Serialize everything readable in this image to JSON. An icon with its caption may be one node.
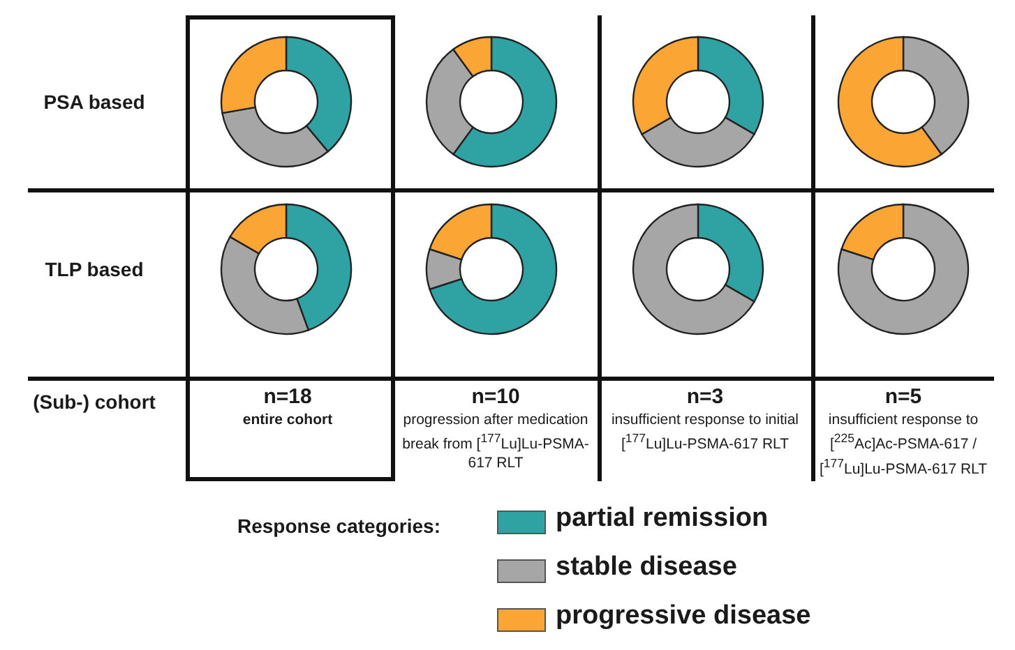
{
  "diagram": {
    "labels": [
      "PSA based",
      "TLP based",
      "(Sub-) cohort",
      "n=18",
      "entire cohort",
      "n=10",
      "progression after medication break from [$^{177}$Lu]Lu-PSMA-617 RLT",
      "n=3",
      "insufficient response to initial [$^{177}$Lu]Lu-PSMA-617 RLT",
      "n=5",
      "insufficient response to [$^{225}$Ac]Ac-PSMA-617 / [$^{177}$Lu]Lu-PSMA-617 RLT",
      "Response categories:"
    ],
    "legend": [
      {
        "text": "partial remission",
        "color": "#2fa3a3"
      },
      {
        "text": "stable disease",
        "color": "#a6a6a6"
      },
      {
        "text": "progressive disease",
        "color": "#fba535"
      }
    ]
  }
}
